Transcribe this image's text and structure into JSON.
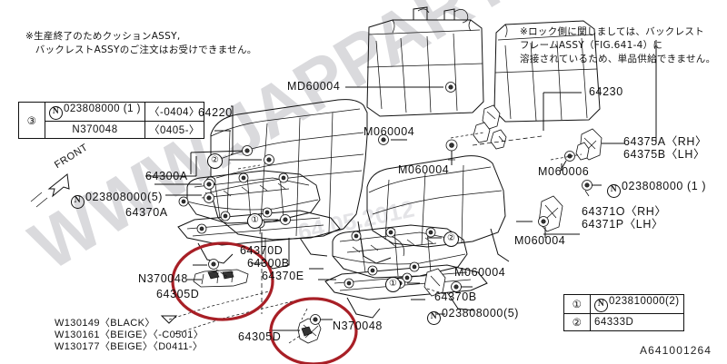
{
  "diagram": {
    "sheet_code": "A641001264",
    "watermark": "WWW.JAPPARTS.RU",
    "watermark_secondary": "64.05.2012",
    "front_arrow_label": "FRONT"
  },
  "notes": {
    "left": "※生産終了のためクッションASSY,\n　バックレストASSYのご注文はお受けできません。",
    "right": "※ロック側に関しましては、バックレスト\nフレームASSY（FIG.641-4）に\n溶接されているため、単品供給できません。"
  },
  "tables": {
    "left": {
      "group_index": "③",
      "rows": [
        {
          "part": "Ⓝ023808000(1)",
          "part_prefix": "N",
          "part_number": "023808000 (1 )",
          "range": "〈-0404〉"
        },
        {
          "part": "N370048",
          "part_prefix": "",
          "part_number": "N370048",
          "range": "〈0405-〉"
        }
      ]
    },
    "right": {
      "rows": [
        {
          "index": "①",
          "part_prefix": "N",
          "part_number": "023810000(2)"
        },
        {
          "index": "②",
          "part_prefix": "",
          "part_number": "64333D"
        }
      ]
    }
  },
  "labels": [
    {
      "id": "md60004-top",
      "text": "MD60004"
    },
    {
      "id": "part-64220",
      "text": "64220"
    },
    {
      "id": "part-64230",
      "text": "64230"
    },
    {
      "id": "m060004-upper",
      "text": "M060004"
    },
    {
      "id": "m060004-mid",
      "text": "M060004"
    },
    {
      "id": "part-64375a",
      "text": "64375A〈RH〉"
    },
    {
      "id": "part-64375b",
      "text": "64375B〈LH〉"
    },
    {
      "id": "m060006",
      "text": "M060006"
    },
    {
      "id": "n023808000-1",
      "text": "023808000 (1 )",
      "prefix": "N"
    },
    {
      "id": "part-64371o",
      "text": "64371O〈RH〉"
    },
    {
      "id": "part-64371p",
      "text": "64371P〈LH〉"
    },
    {
      "id": "m060004-right",
      "text": "M060004"
    },
    {
      "id": "part-64300a",
      "text": "64300A"
    },
    {
      "id": "n023808000-5a",
      "text": "023808000(5)",
      "prefix": "N"
    },
    {
      "id": "part-64370a",
      "text": "64370A"
    },
    {
      "id": "part-64370d",
      "text": "64370D"
    },
    {
      "id": "part-64300b",
      "text": "64300B"
    },
    {
      "id": "part-64370e",
      "text": "64370E"
    },
    {
      "id": "part-n370048-l",
      "text": "N370048"
    },
    {
      "id": "part-64305d-l",
      "text": "64305D"
    },
    {
      "id": "part-64305d-b",
      "text": "64305D"
    },
    {
      "id": "part-n370048-b",
      "text": "N370048"
    },
    {
      "id": "m060004-lower",
      "text": "M060004"
    },
    {
      "id": "part-64370b",
      "text": "64370B"
    },
    {
      "id": "n023808000-5b",
      "text": "023808000(5)",
      "prefix": "N"
    }
  ],
  "trim_codes": [
    "W130149〈BLACK〉",
    "W130161〈BEIGE〉〈-C0501〉",
    "W130177〈BEIGE〉〈D0411-〉"
  ],
  "callouts": [
    {
      "id": "callout-2-upper",
      "text": "②"
    },
    {
      "id": "callout-1-upper",
      "text": "①"
    },
    {
      "id": "callout-1-lower",
      "text": "①"
    },
    {
      "id": "callout-2-lower",
      "text": "②"
    }
  ],
  "colors": {
    "line": "#111111",
    "highlight": "#a81f26",
    "watermark": "#b9b9bf"
  }
}
